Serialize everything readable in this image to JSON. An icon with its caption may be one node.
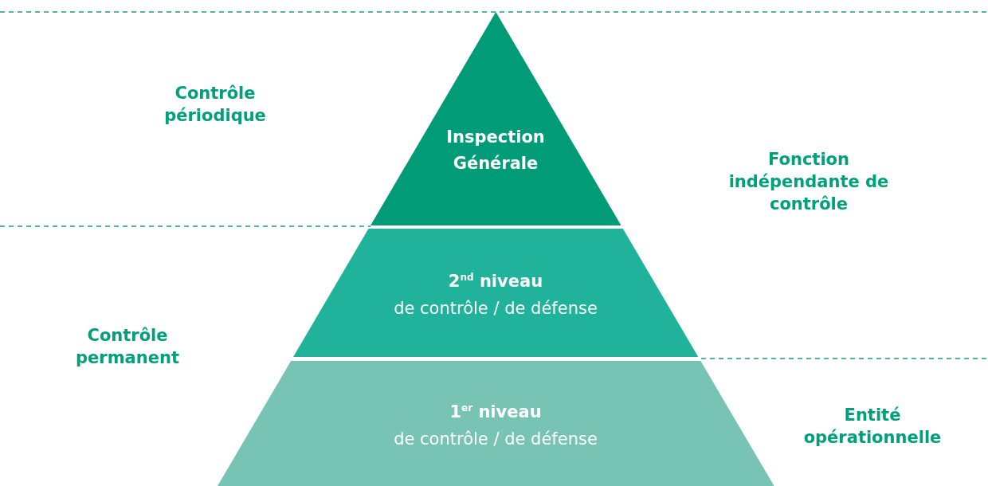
{
  "diagram": {
    "nodes": [
      {
        "text": [
          "Inspection Générale"
        ]
      },
      {
        "text": [
          "2$^{nd}$ niveau",
          "de contrôle / de défense"
        ]
      },
      {
        "text": [
          "1$^{er}$ niveau",
          "de contrôle / de défense"
        ]
      }
    ],
    "labels": [
      "Contrôle périodique",
      "Fonction indépendante de contrôle",
      "Contrôle permanent",
      "Entité opérationnelle"
    ]
  }
}
